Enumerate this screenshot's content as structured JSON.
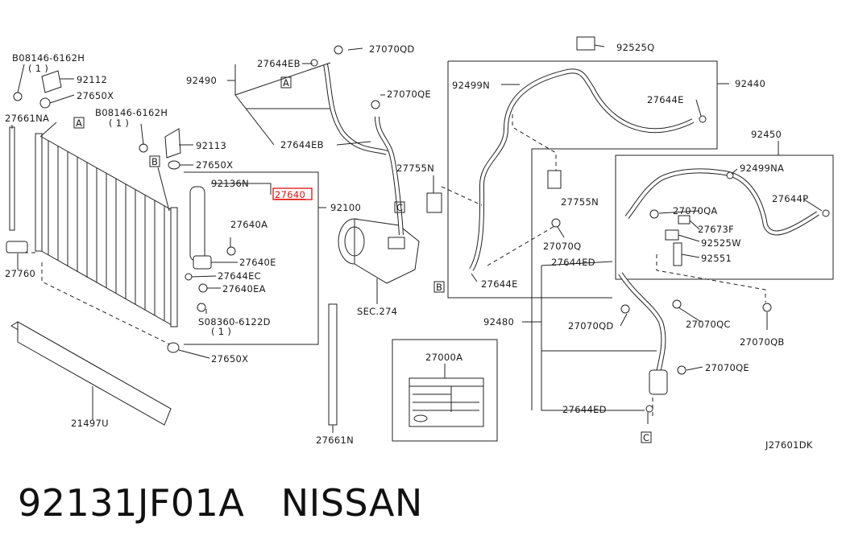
{
  "footer": {
    "title": "92131JF01A   NISSAN"
  },
  "diagram_code": "J27601DK",
  "labels": {
    "b1": "B08146-6162H",
    "b1q": "( 1 )",
    "p92112": "92112",
    "p27650x_a": "27650X",
    "b2": "B08146-6162H",
    "b2q": "( 1 )",
    "p27661na": "27661NA",
    "p92113": "92113",
    "p27650x_b": "27650X",
    "p92136n": "92136N",
    "p27640": "27640",
    "p92100": "92100",
    "p27640a": "27640A",
    "p27640e": "27640E",
    "p27644ec": "27644EC",
    "p27640ea": "27640EA",
    "s1": "S08360-6122D",
    "s1q": "( 1 )",
    "p27650x_c": "27650X",
    "p27760": "27760",
    "p21497u": "21497U",
    "p27661n": "27661N",
    "p27644eb_a": "27644EB",
    "p27070qd_a": "27070QD",
    "p92490": "92490",
    "p27070qe_a": "27070QE",
    "p27644eb_b": "27644EB",
    "p27755n_a": "27755N",
    "sec274": "SEC.274",
    "p92525q": "92525Q",
    "p92499n": "92499N",
    "p92440": "92440",
    "p27644e_a": "27644E",
    "p92450": "92450",
    "p92499na": "92499NA",
    "p27755n_b": "27755N",
    "p27644p": "27644P",
    "p27070qa": "27070QA",
    "p27673f": "27673F",
    "p27070q": "27070Q",
    "p92525w": "92525W",
    "p92551": "92551",
    "p27644e_b": "27644E",
    "p27644ed_a": "27644ED",
    "p92480": "92480",
    "p27070qd_b": "27070QD",
    "p27070qc": "27070QC",
    "p27070qb": "27070QB",
    "p27070qe_b": "27070QE",
    "p27644ed_b": "27644ED",
    "p27000a": "27000A"
  },
  "callouts": {
    "A": "A",
    "B": "B",
    "C": "C"
  },
  "colors": {
    "highlight": "#e01010",
    "ink": "#222222"
  }
}
